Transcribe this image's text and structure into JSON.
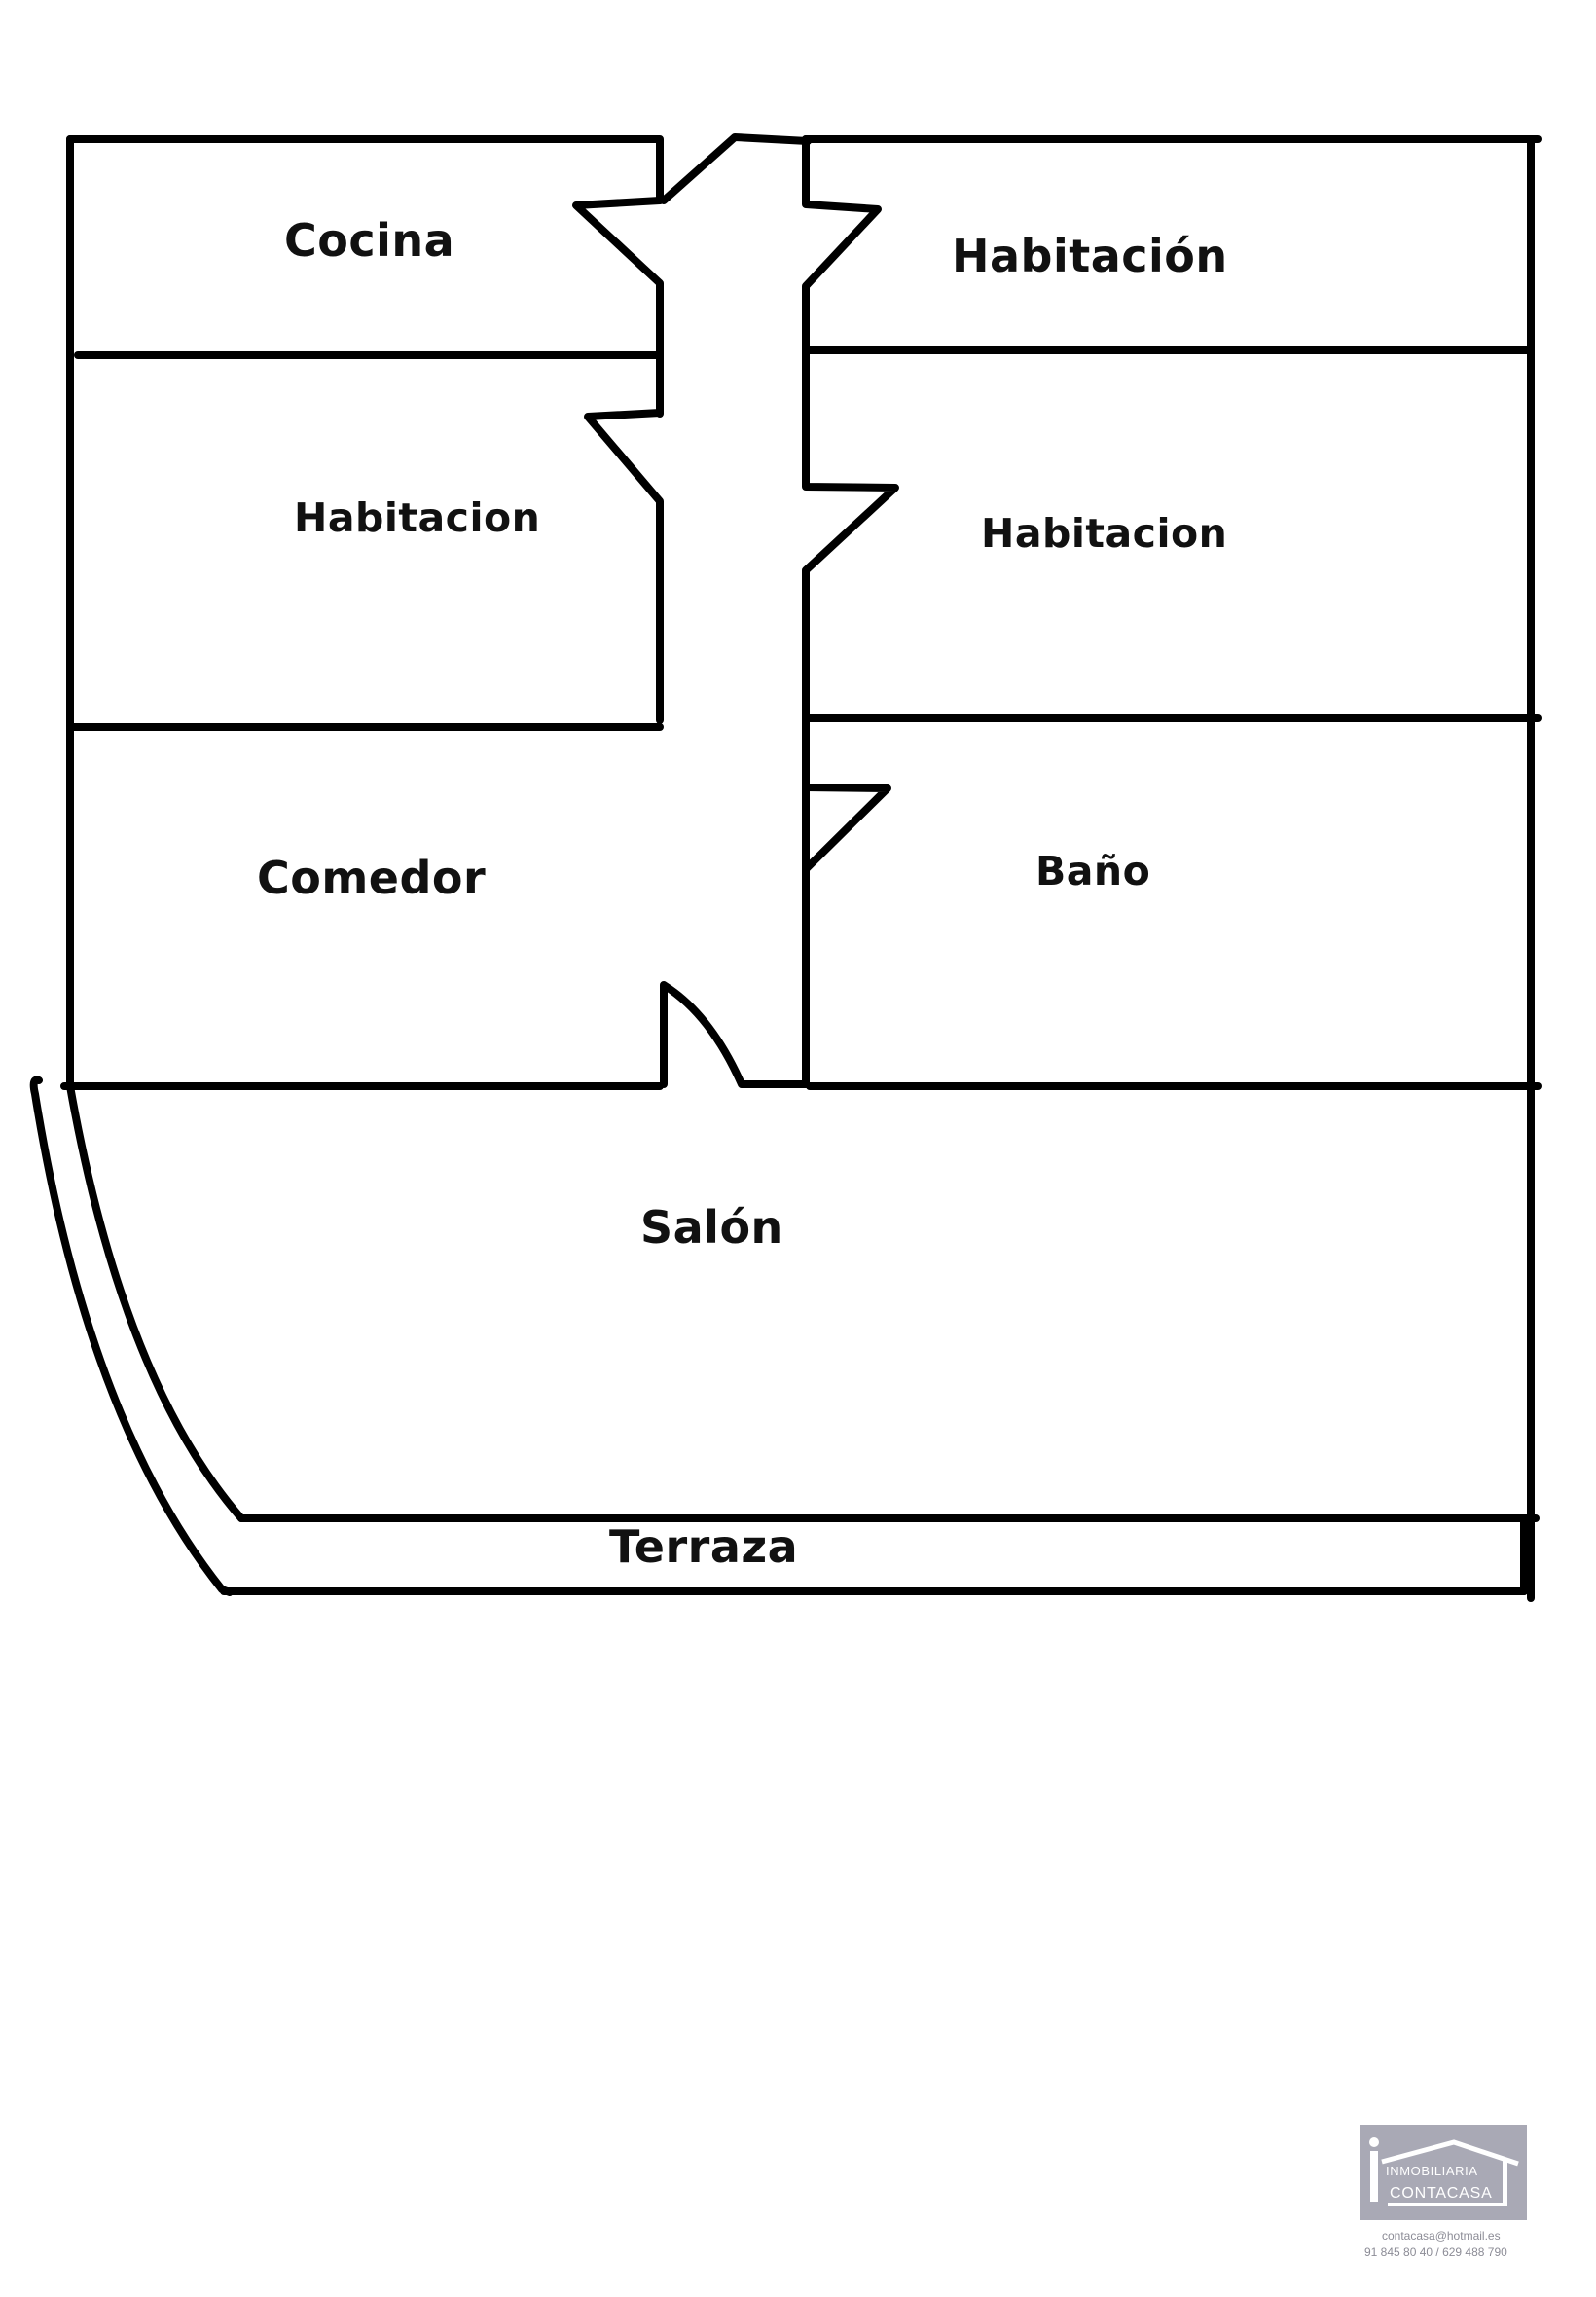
{
  "floor_plan": {
    "rooms": {
      "cocina": "Cocina",
      "habitacion_top_right": "Habitación",
      "habitacion_left": "Habitacion",
      "habitacion_right": "Habitacion",
      "comedor": "Comedor",
      "bano": "Baño",
      "salon": "Salón",
      "terraza": "Terraza"
    }
  },
  "branding": {
    "logo_line1": "INMOBILIARIA",
    "logo_line2": "CONTACASA",
    "email": "contacasa@hotmail.es",
    "phones": "91 845 80 40 / 629 488 790",
    "logo_color": "#a9a9b5"
  }
}
